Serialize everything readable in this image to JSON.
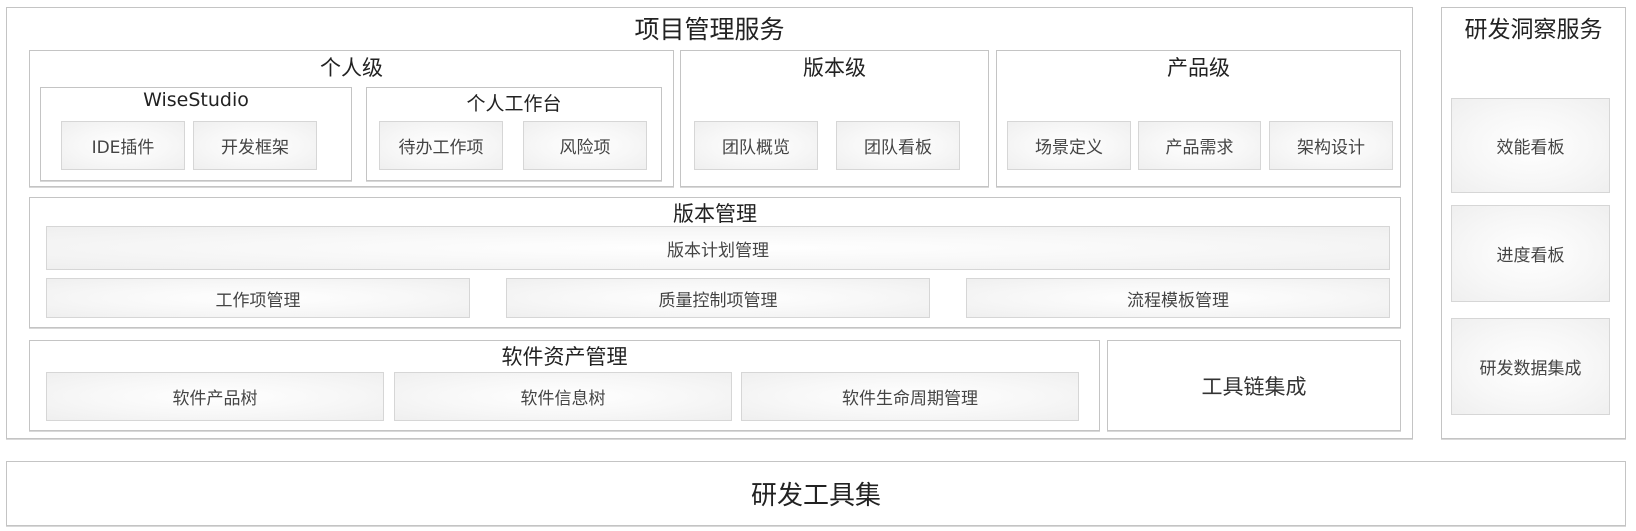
{
  "project_mgmt": {
    "title": "项目管理服务",
    "personal_level": {
      "title": "个人级",
      "wisestudio": {
        "title": "WiseStudio",
        "items": [
          "IDE插件",
          "开发框架"
        ]
      },
      "workbench": {
        "title": "个人工作台",
        "items": [
          "待办工作项",
          "风险项"
        ]
      }
    },
    "version_level": {
      "title": "版本级",
      "items": [
        "团队概览",
        "团队看板"
      ]
    },
    "product_level": {
      "title": "产品级",
      "items": [
        "场景定义",
        "产品需求",
        "架构设计"
      ]
    },
    "version_mgmt": {
      "title": "版本管理",
      "plan": "版本计划管理",
      "items": [
        "工作项管理",
        "质量控制项管理",
        "流程模板管理"
      ]
    },
    "software_assets": {
      "title": "软件资产管理",
      "items": [
        "软件产品树",
        "软件信息树",
        "软件生命周期管理"
      ]
    },
    "toolchain": {
      "title": "工具链集成"
    }
  },
  "insight": {
    "title": "研发洞察服务",
    "items": [
      "效能看板",
      "进度看板",
      "研发数据集成"
    ]
  },
  "toolset": {
    "title": "研发工具集"
  },
  "colors": {
    "border": "#c4c4c4",
    "button_border": "#d6d6d6",
    "button_bg": "#f3f3f3",
    "text": "#333333"
  }
}
